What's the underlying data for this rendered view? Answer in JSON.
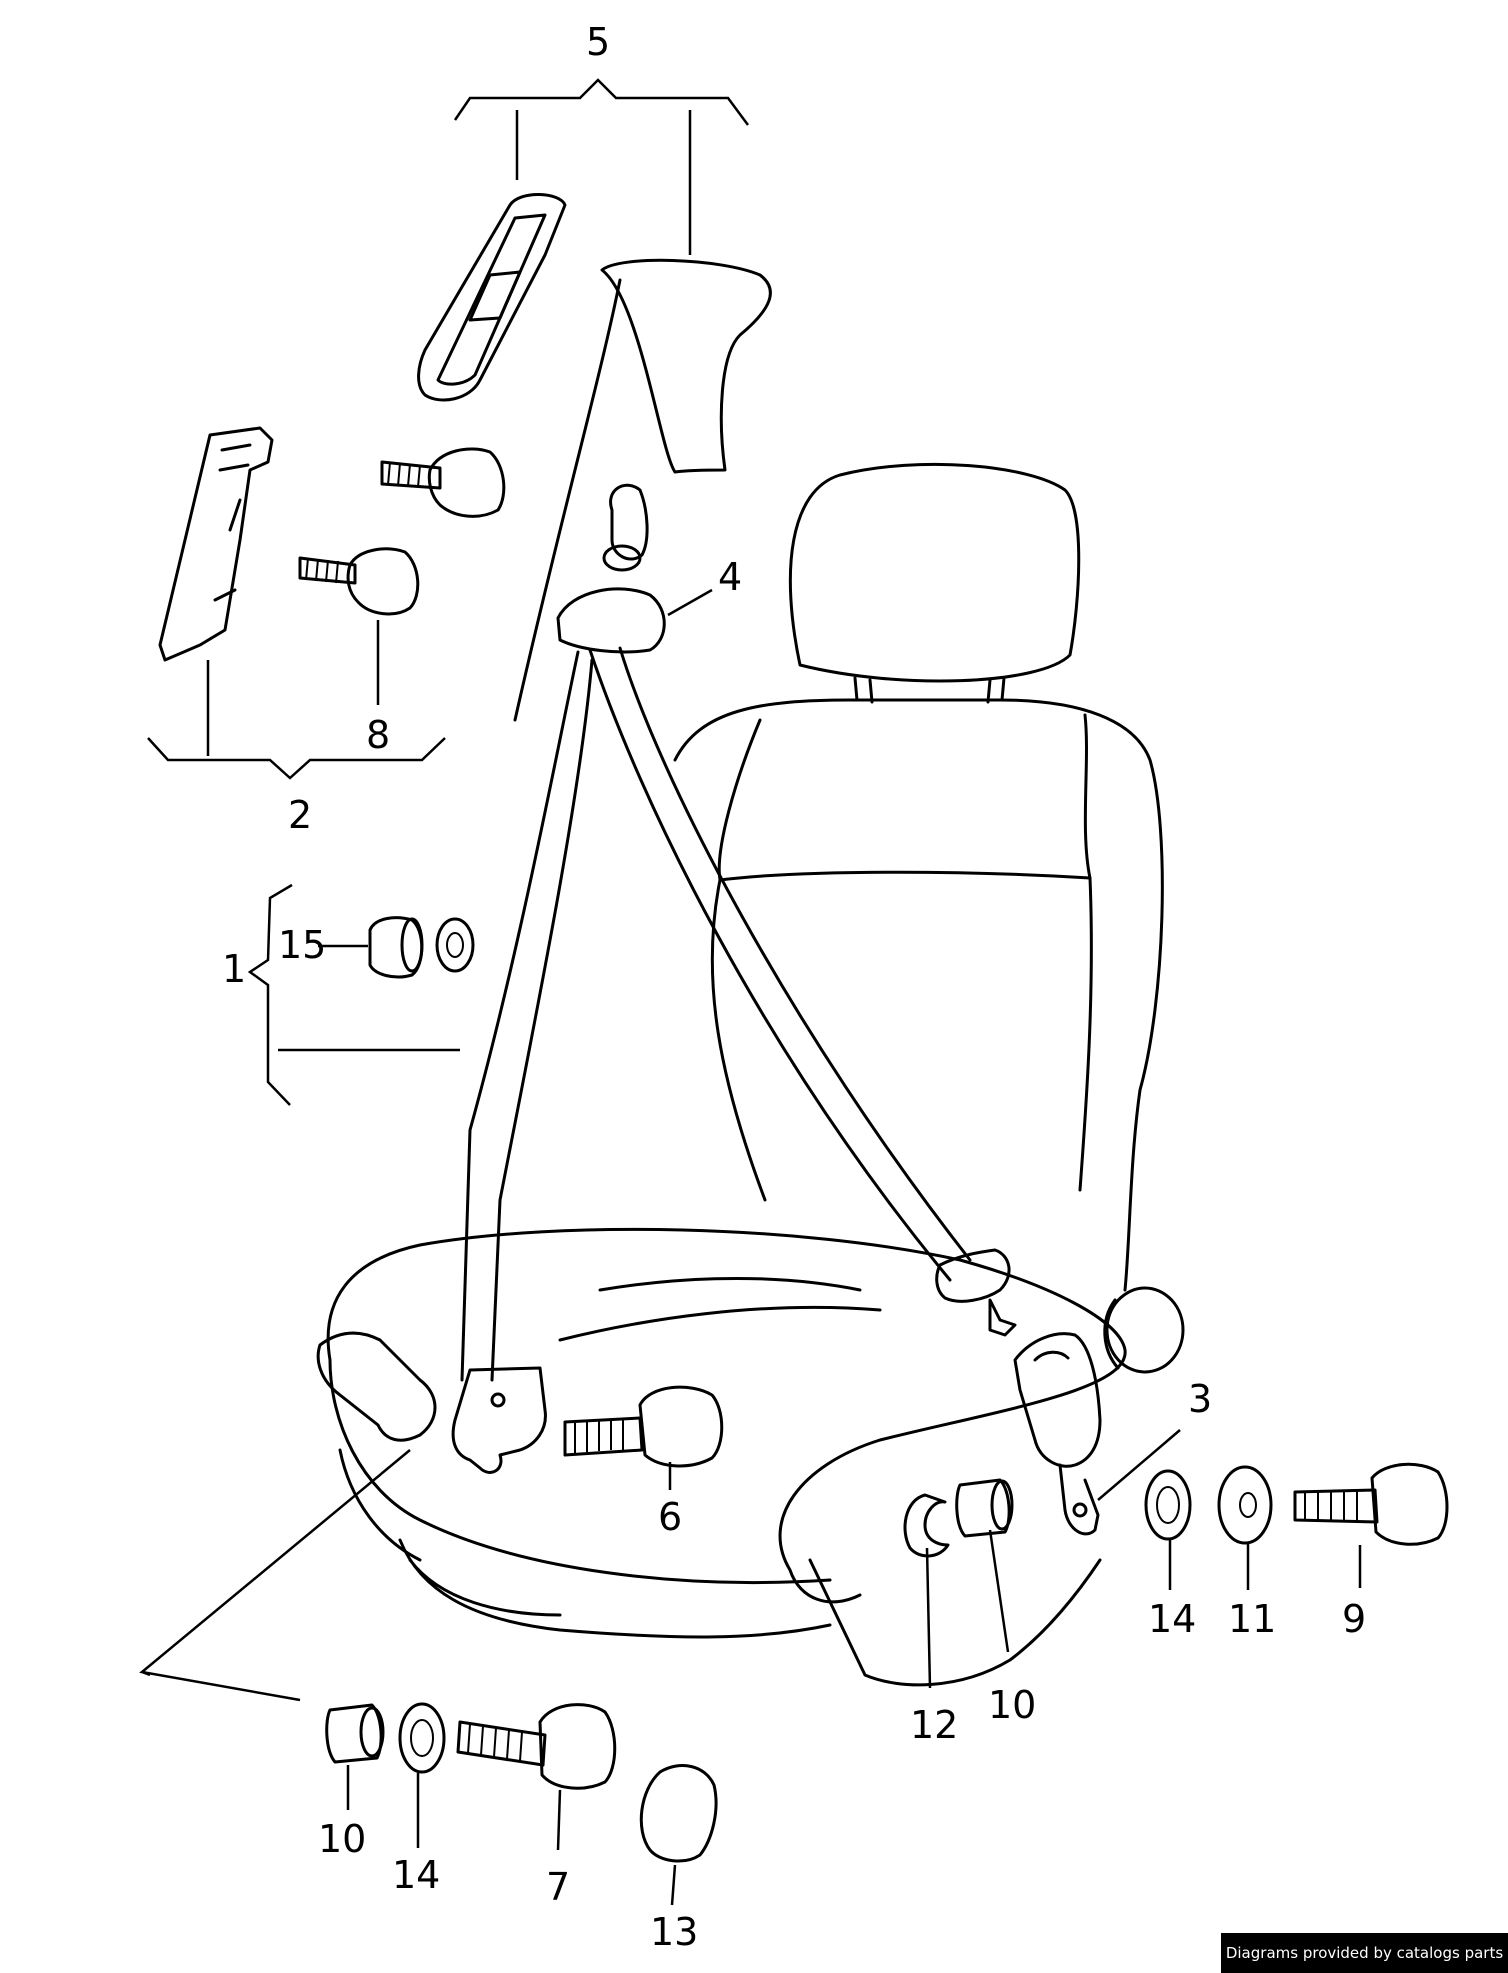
{
  "callouts": {
    "c1": "1",
    "c2": "2",
    "c3": "3",
    "c4": "4",
    "c5": "5",
    "c6": "6",
    "c7": "7",
    "c8": "8",
    "c9": "9",
    "c10a": "10",
    "c10b": "10",
    "c11": "11",
    "c12": "12",
    "c13": "13",
    "c14a": "14",
    "c14b": "14",
    "c15": "15"
  },
  "credit": "Diagrams provided by catalogs parts"
}
